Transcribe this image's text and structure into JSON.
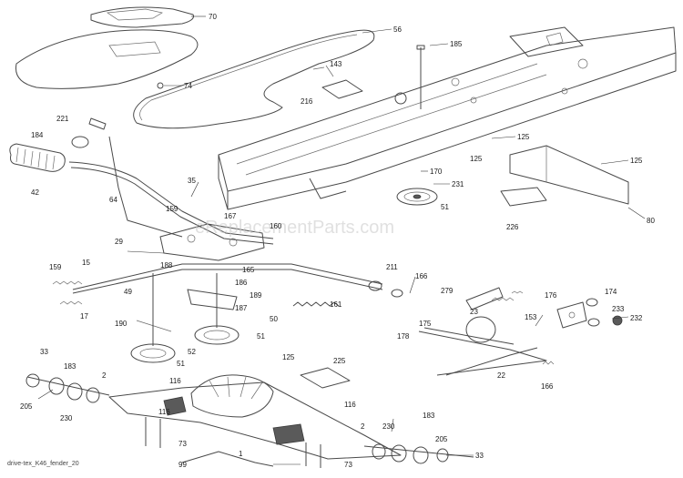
{
  "watermark": "eReplacementParts.com",
  "footer": "drive-tex_K46_fender_20",
  "callouts": [
    {
      "text": "70"
    },
    {
      "text": "56"
    },
    {
      "text": "74"
    },
    {
      "text": "185"
    },
    {
      "text": "143"
    },
    {
      "text": "216"
    },
    {
      "text": "221"
    },
    {
      "text": "184"
    },
    {
      "text": "42"
    },
    {
      "text": "125"
    },
    {
      "text": "125"
    },
    {
      "text": "125"
    },
    {
      "text": "170"
    },
    {
      "text": "231"
    },
    {
      "text": "51"
    },
    {
      "text": "80"
    },
    {
      "text": "226"
    },
    {
      "text": "35"
    },
    {
      "text": "64"
    },
    {
      "text": "159"
    },
    {
      "text": "167"
    },
    {
      "text": "160"
    },
    {
      "text": "29"
    },
    {
      "text": "188"
    },
    {
      "text": "165"
    },
    {
      "text": "211"
    },
    {
      "text": "166"
    },
    {
      "text": "159"
    },
    {
      "text": "15"
    },
    {
      "text": "17"
    },
    {
      "text": "49"
    },
    {
      "text": "186"
    },
    {
      "text": "189"
    },
    {
      "text": "161"
    },
    {
      "text": "187"
    },
    {
      "text": "50"
    },
    {
      "text": "190"
    },
    {
      "text": "52"
    },
    {
      "text": "51"
    },
    {
      "text": "51"
    },
    {
      "text": "279"
    },
    {
      "text": "176"
    },
    {
      "text": "174"
    },
    {
      "text": "233"
    },
    {
      "text": "232"
    },
    {
      "text": "23"
    },
    {
      "text": "153"
    },
    {
      "text": "175"
    },
    {
      "text": "178"
    },
    {
      "text": "22"
    },
    {
      "text": "166"
    },
    {
      "text": "125"
    },
    {
      "text": "225"
    },
    {
      "text": "33"
    },
    {
      "text": "183"
    },
    {
      "text": "2"
    },
    {
      "text": "116"
    },
    {
      "text": "205"
    },
    {
      "text": "230"
    },
    {
      "text": "116"
    },
    {
      "text": "116"
    },
    {
      "text": "2"
    },
    {
      "text": "230"
    },
    {
      "text": "183"
    },
    {
      "text": "205"
    },
    {
      "text": "33"
    },
    {
      "text": "73"
    },
    {
      "text": "1"
    },
    {
      "text": "99"
    },
    {
      "text": "73"
    }
  ]
}
